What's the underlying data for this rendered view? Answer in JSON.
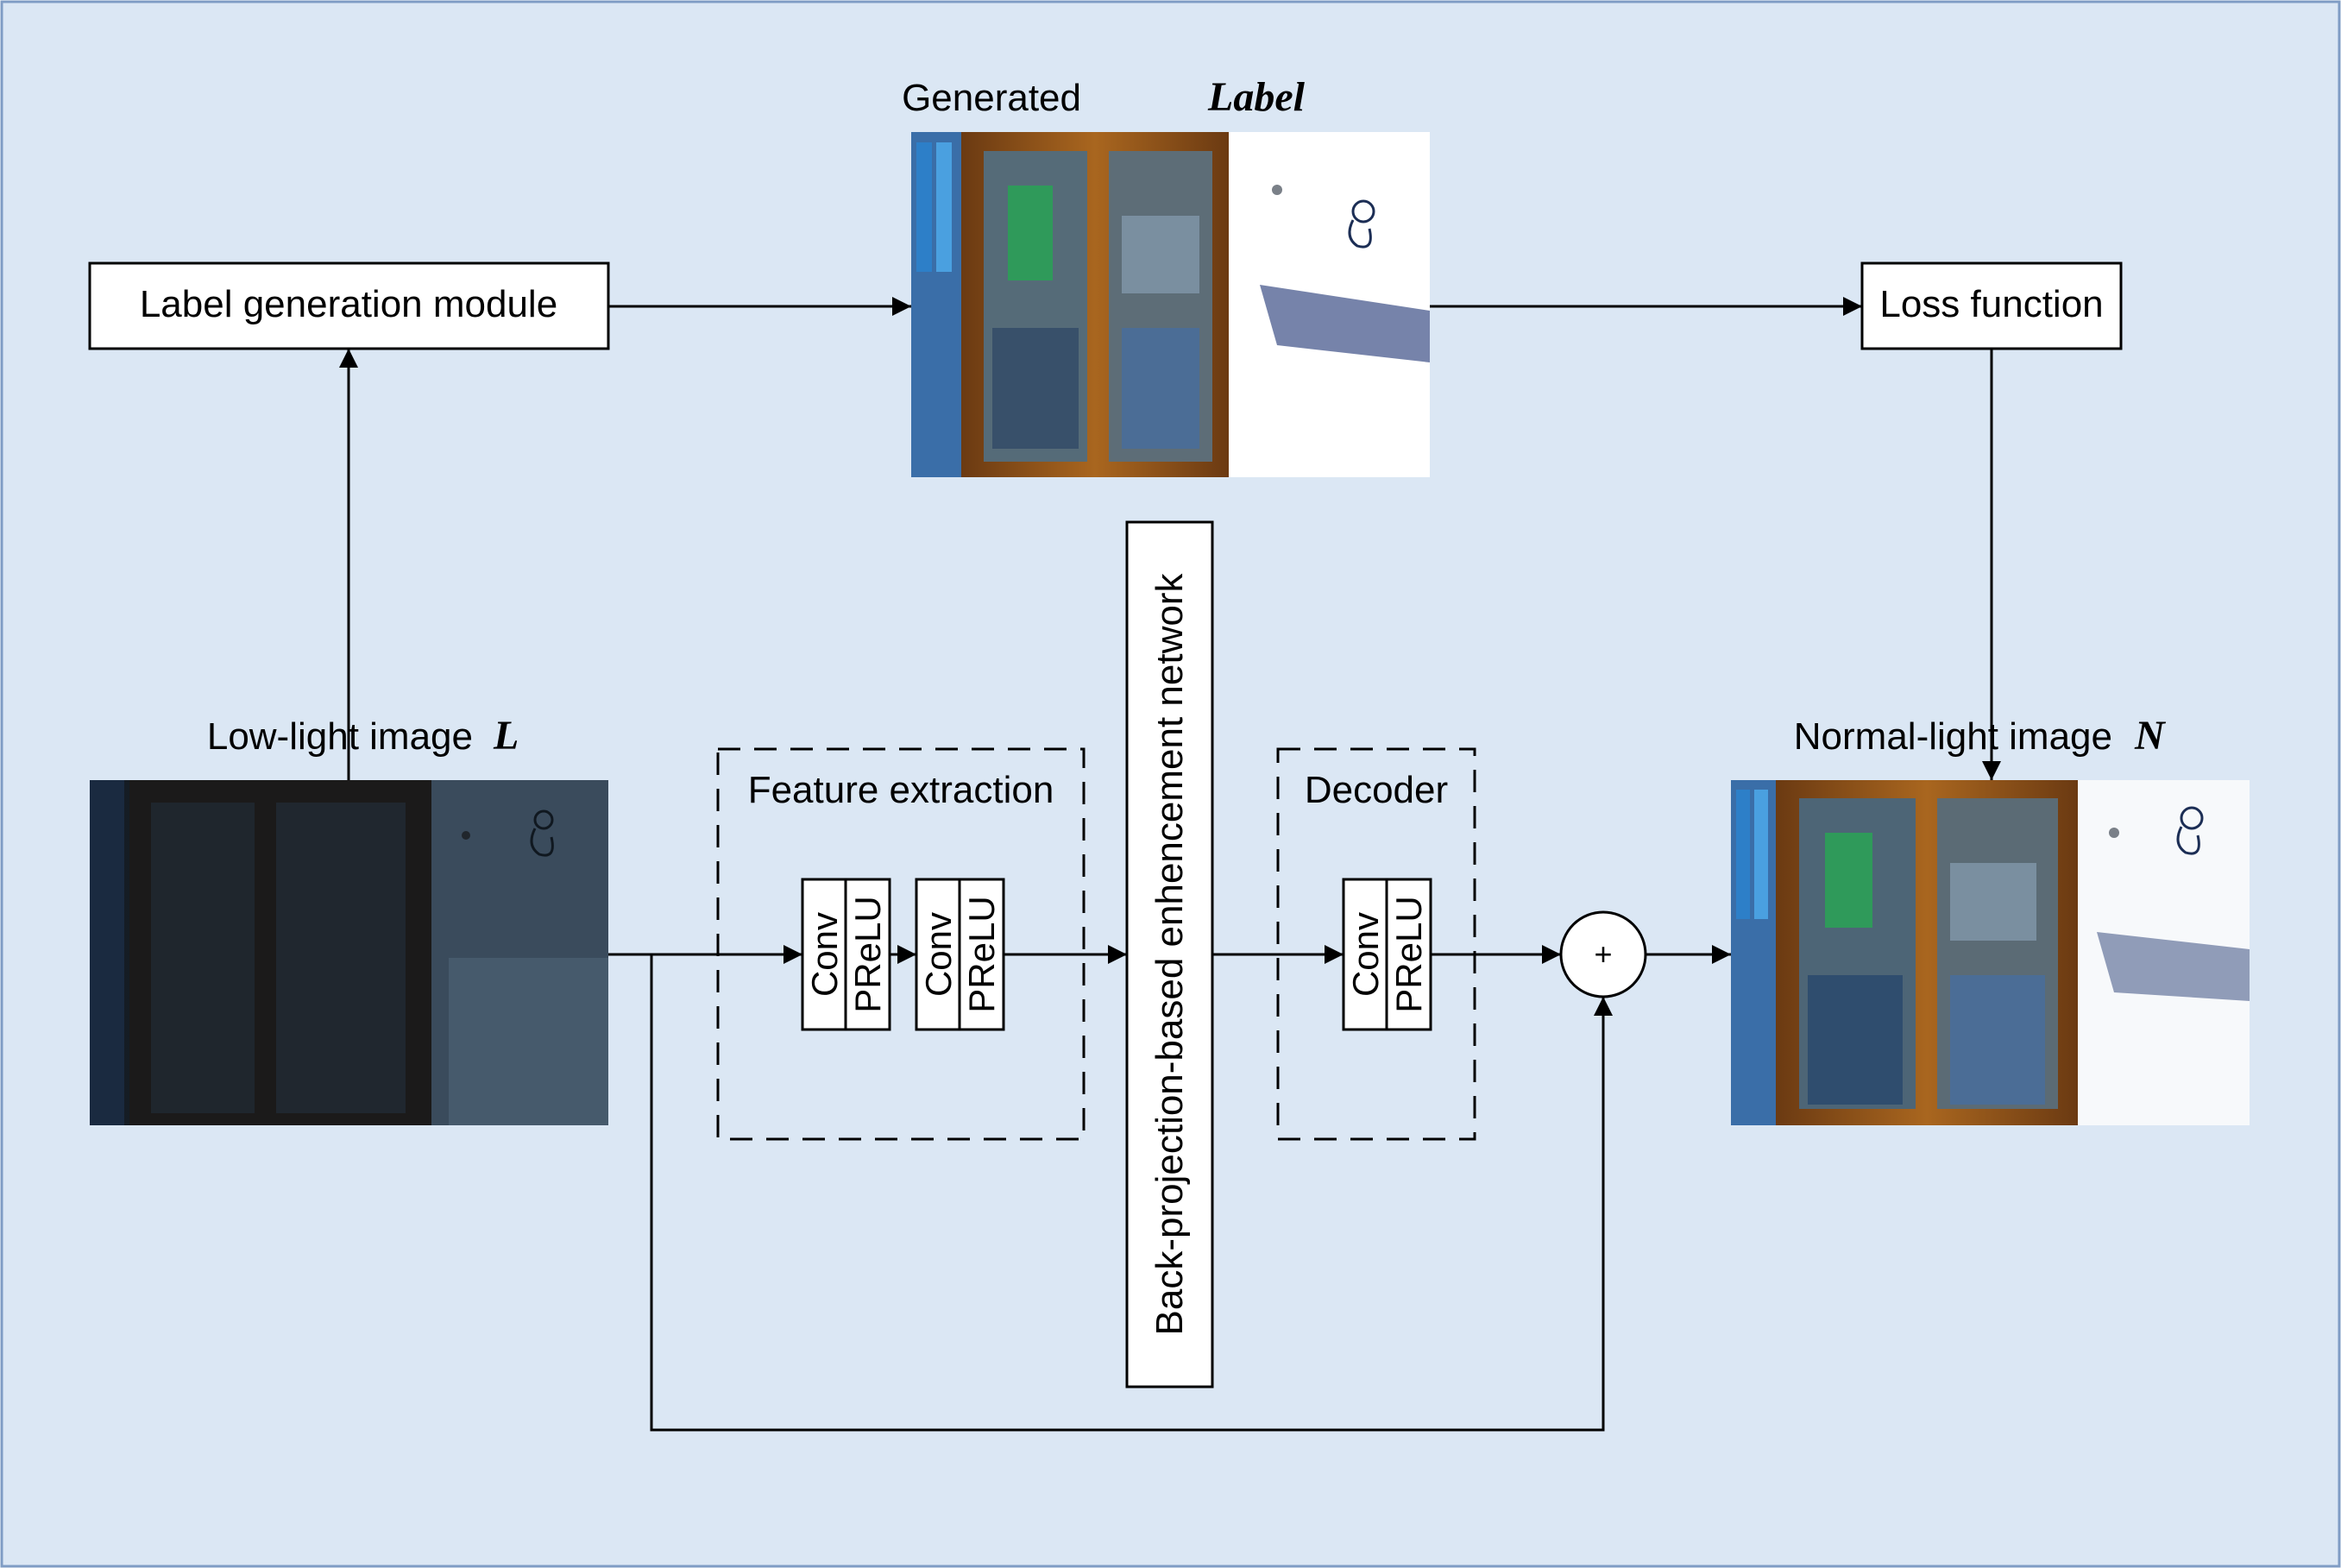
{
  "labels": {
    "label_module": "Label generation module",
    "generated_title": "Generated",
    "generated_symbol": "Label",
    "loss": "Loss function",
    "lowlight_title": "Low-light image",
    "lowlight_symbol": "L",
    "normal_title": "Normal-light image",
    "normal_symbol": "N",
    "feature_extraction": "Feature extraction",
    "decoder": "Decoder",
    "conv": "Conv",
    "prelu": "PReLU",
    "backprojection": "Back-projection-based enhencement network",
    "plus": "+"
  },
  "colors": {
    "background": "#dbe7f4",
    "frame": "#7f9cc4",
    "line": "#000000",
    "box_fill": "#ffffff"
  }
}
